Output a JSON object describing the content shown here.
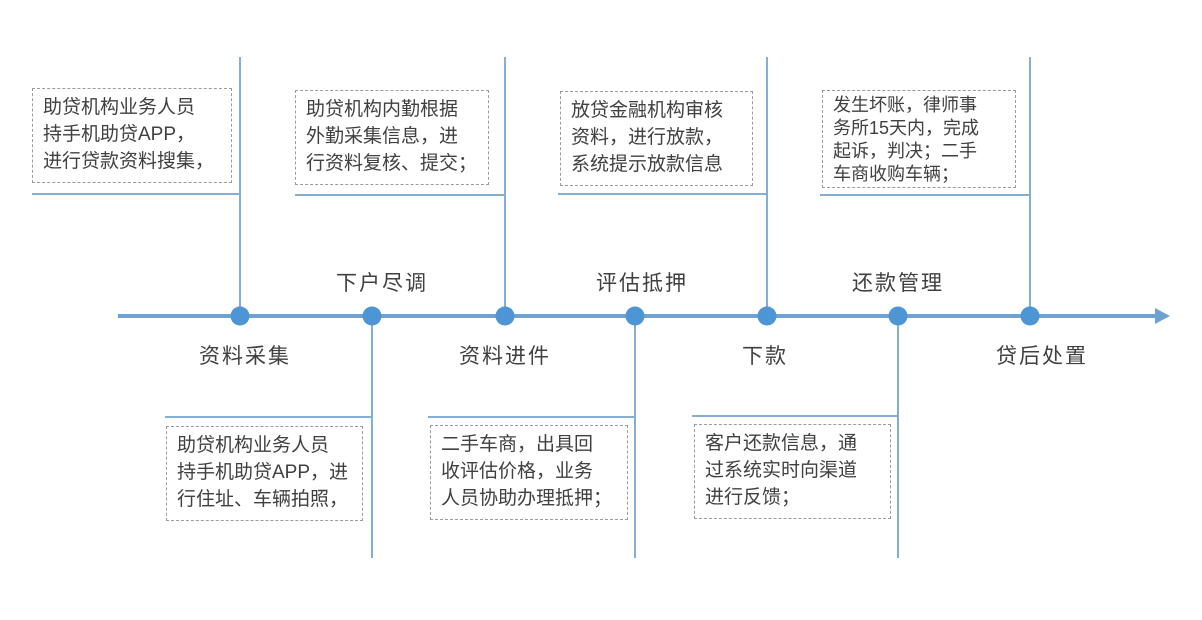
{
  "colors": {
    "axis": "#6FA2CF",
    "node": "#4E95D5",
    "connector": "#85AED3",
    "text": "#404040",
    "box_border": "#9b9b9b"
  },
  "stages": [
    {
      "label": "资料采集",
      "side": "below"
    },
    {
      "label": "下户尽调",
      "side": "above"
    },
    {
      "label": "资料进件",
      "side": "below"
    },
    {
      "label": "评估抵押",
      "side": "above"
    },
    {
      "label": "下款",
      "side": "below"
    },
    {
      "label": "还款管理",
      "side": "above"
    },
    {
      "label": "贷后处置",
      "side": "below"
    }
  ],
  "notes_top": [
    {
      "text": "助贷机构业务人员\n持手机助贷APP，\n进行贷款资料搜集，"
    },
    {
      "text": "助贷机构内勤根据\n外勤采集信息，进\n行资料复核、提交；"
    },
    {
      "text": "放贷金融机构审核\n资料，进行放款，\n系统提示放款信息"
    },
    {
      "text": "发生坏账，律师事\n务所15天内，完成\n起诉，判决；二手\n车商收购车辆；"
    }
  ],
  "notes_bottom": [
    {
      "text": "助贷机构业务人员\n持手机助贷APP，进\n行住址、车辆拍照，"
    },
    {
      "text": "二手车商，出具回\n收评估价格，业务\n人员协助办理抵押；"
    },
    {
      "text": "客户还款信息，通\n过系统实时向渠道\n进行反馈；"
    }
  ]
}
